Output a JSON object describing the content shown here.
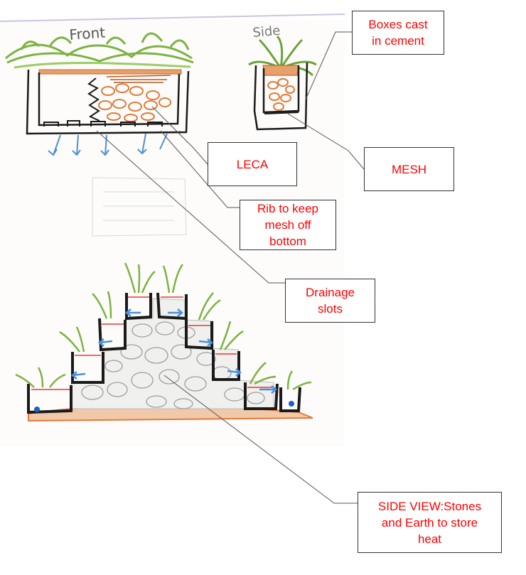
{
  "sketch_labels": {
    "front": "Front",
    "side": "Side"
  },
  "callouts": {
    "boxes": "Boxes cast\nin cement",
    "leca": "LECA",
    "mesh": "MESH",
    "rib": "Rib to keep\nmesh off\nbottom",
    "drainage": "Drainage\nslots",
    "side_view": "SIDE VIEW:Stones\nand  Earth to store\nheat"
  },
  "colors": {
    "callout_text": "#ff0000",
    "ink": "#1a1a1a",
    "grass": "#7cb342",
    "soil": "#e07b39",
    "water": "#4a90d9",
    "pencil": "#9a9a9a"
  }
}
